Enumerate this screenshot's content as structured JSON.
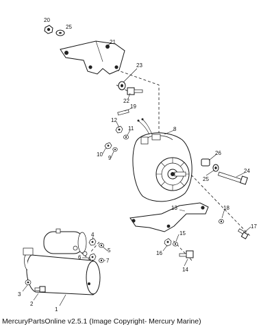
{
  "caption": "MercuryPartsOnline v2.5.1 (Image Copyright- Mercury Marine)",
  "callouts": {
    "p1": "1",
    "p2": "2",
    "p3": "3",
    "p4": "4",
    "p5": "5",
    "p6": "6",
    "p7": "7",
    "p8": "8",
    "p9": "9",
    "p10": "10",
    "p11": "11",
    "p12": "12",
    "p13": "13",
    "p14": "14",
    "p15": "15",
    "p16": "16",
    "p17": "17",
    "p18": "18",
    "p19": "19",
    "p20": "20",
    "p21": "21",
    "p22": "22",
    "p23": "23",
    "p24": "24",
    "p25a": "25",
    "p25b": "25",
    "p26": "26"
  }
}
